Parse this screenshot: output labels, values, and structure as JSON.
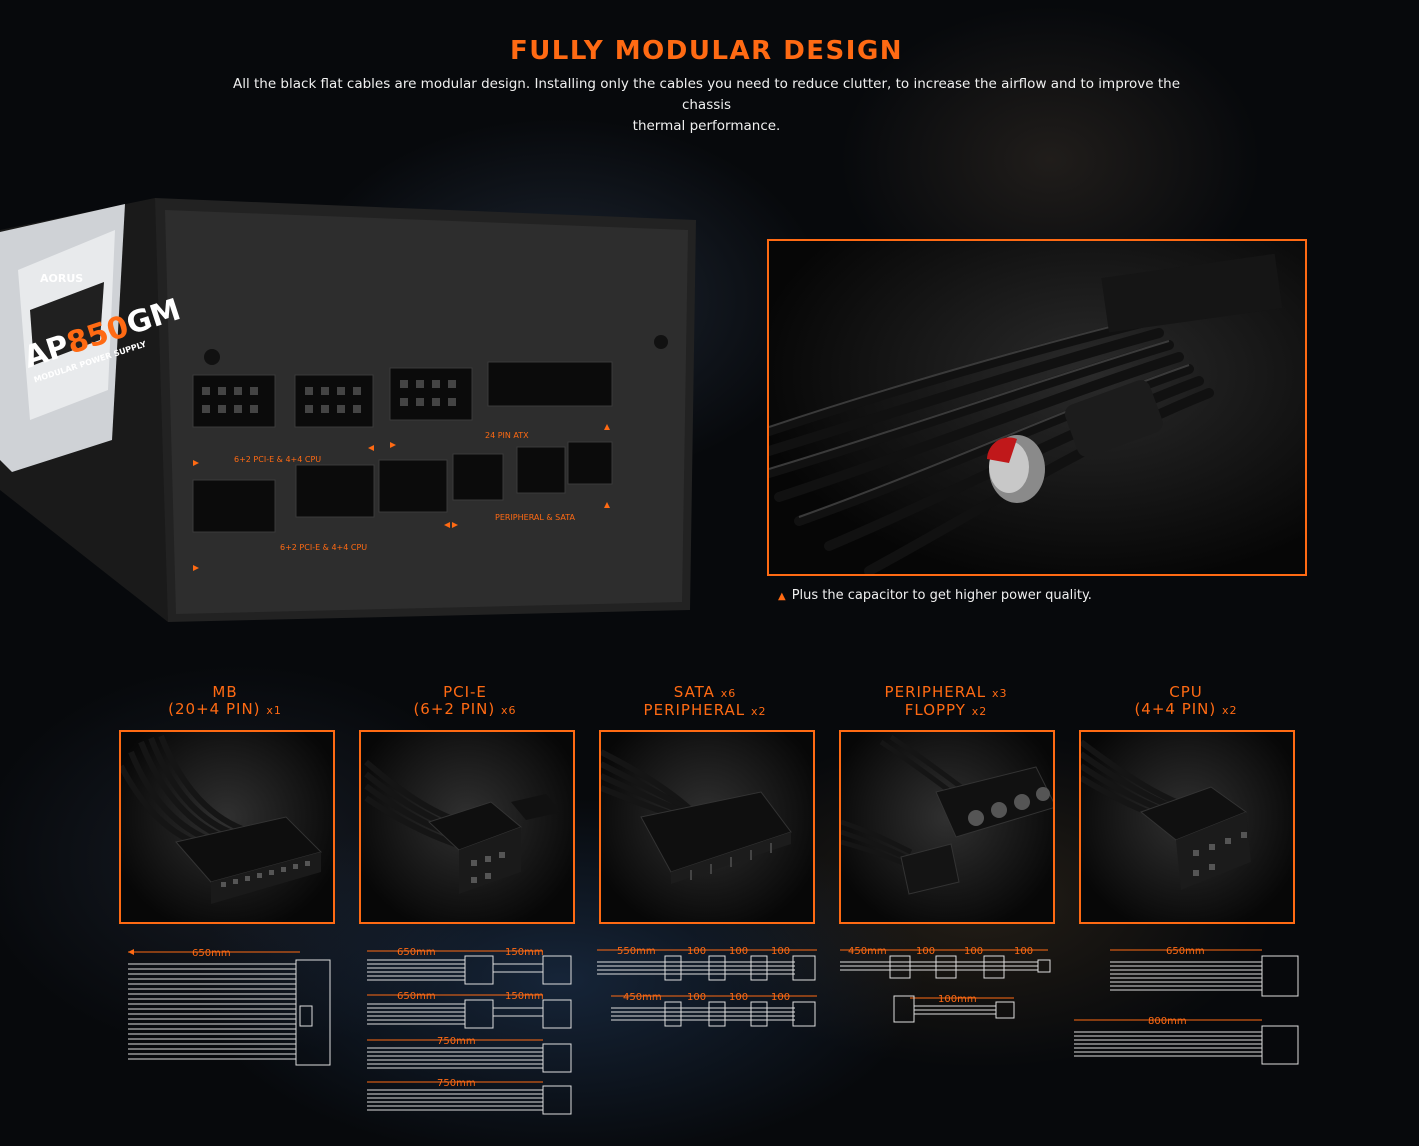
{
  "header": {
    "title": "FULLY MODULAR DESIGN",
    "intro_line1": "All the black flat cables are modular design. Installing only the cables you need to reduce clutter, to increase the airflow and to improve the chassis",
    "intro_line2": "thermal performance."
  },
  "psu": {
    "brand": "AORUS",
    "model_prefix": "AP",
    "model_number": "850",
    "model_suffix": "GM",
    "tagline": "MODULAR POWER SUPPLY",
    "ports": {
      "pcie_cpu_top": "6+2 PCI-E & 4+4 CPU",
      "atx": "24 PIN ATX",
      "pcie_cpu_bottom": "6+2 PCI-E & 4+4 CPU",
      "peripheral_sata": "PERIPHERAL & SATA"
    }
  },
  "capacitor": {
    "caption": "Plus the capacitor to get higher power quality."
  },
  "cables": [
    {
      "line1": "MB",
      "line2": "(20+4 PIN)",
      "line2_qty": "x1"
    },
    {
      "line1": "PCI-E",
      "line2": "(6+2 PIN)",
      "line2_qty": "x6"
    },
    {
      "line1": "SATA",
      "line1_qty": "x6",
      "line2": "PERIPHERAL",
      "line2_qty": "x2"
    },
    {
      "line1": "PERIPHERAL",
      "line1_qty": "x3",
      "line2": "FLOPPY",
      "line2_qty": "x2"
    },
    {
      "line1": "CPU",
      "line2": "(4+4 PIN)",
      "line2_qty": "x2"
    }
  ],
  "dimensions": {
    "mb": [
      "650mm"
    ],
    "pcie": [
      "650mm",
      "150mm",
      "650mm",
      "150mm",
      "750mm",
      "750mm"
    ],
    "sata": [
      "550mm",
      "100",
      "100",
      "100",
      "450mm",
      "100",
      "100",
      "100"
    ],
    "peripheral": [
      "450mm",
      "100",
      "100",
      "100",
      "100mm"
    ],
    "cpu": [
      "650mm",
      "800mm"
    ]
  },
  "colors": {
    "accent": "#ff6a13",
    "background": "#07090c"
  }
}
